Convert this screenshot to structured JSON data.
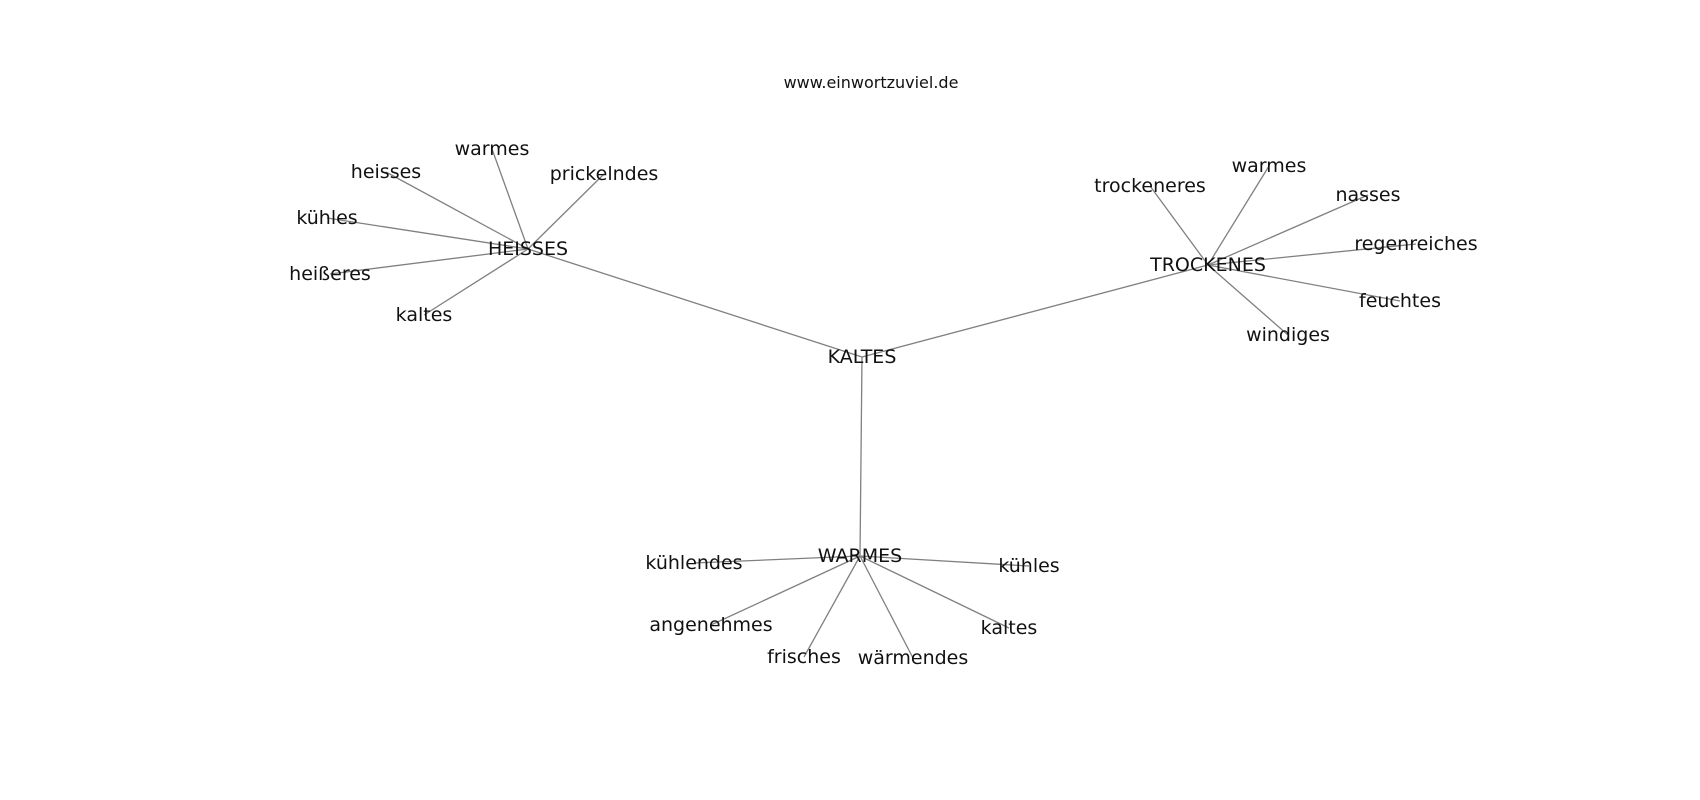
{
  "site": "www.einwortzuviel.de",
  "graph": {
    "center": {
      "id": "kaltes-center",
      "label": "KALTES"
    },
    "hubs": [
      {
        "id": "heisses",
        "label": "HEISSES",
        "leaves": [
          "warmes",
          "heisses",
          "prickelndes",
          "kühles",
          "heißeres",
          "kaltes"
        ]
      },
      {
        "id": "trockenes",
        "label": "TROCKENES",
        "leaves": [
          "trockeneres",
          "warmes",
          "nasses",
          "regenreiches",
          "feuchtes",
          "windiges"
        ]
      },
      {
        "id": "warmes",
        "label": "WARMES",
        "leaves": [
          "kühlendes",
          "kühles",
          "angenehmes",
          "kaltes",
          "frisches",
          "wärmendes"
        ]
      }
    ]
  }
}
